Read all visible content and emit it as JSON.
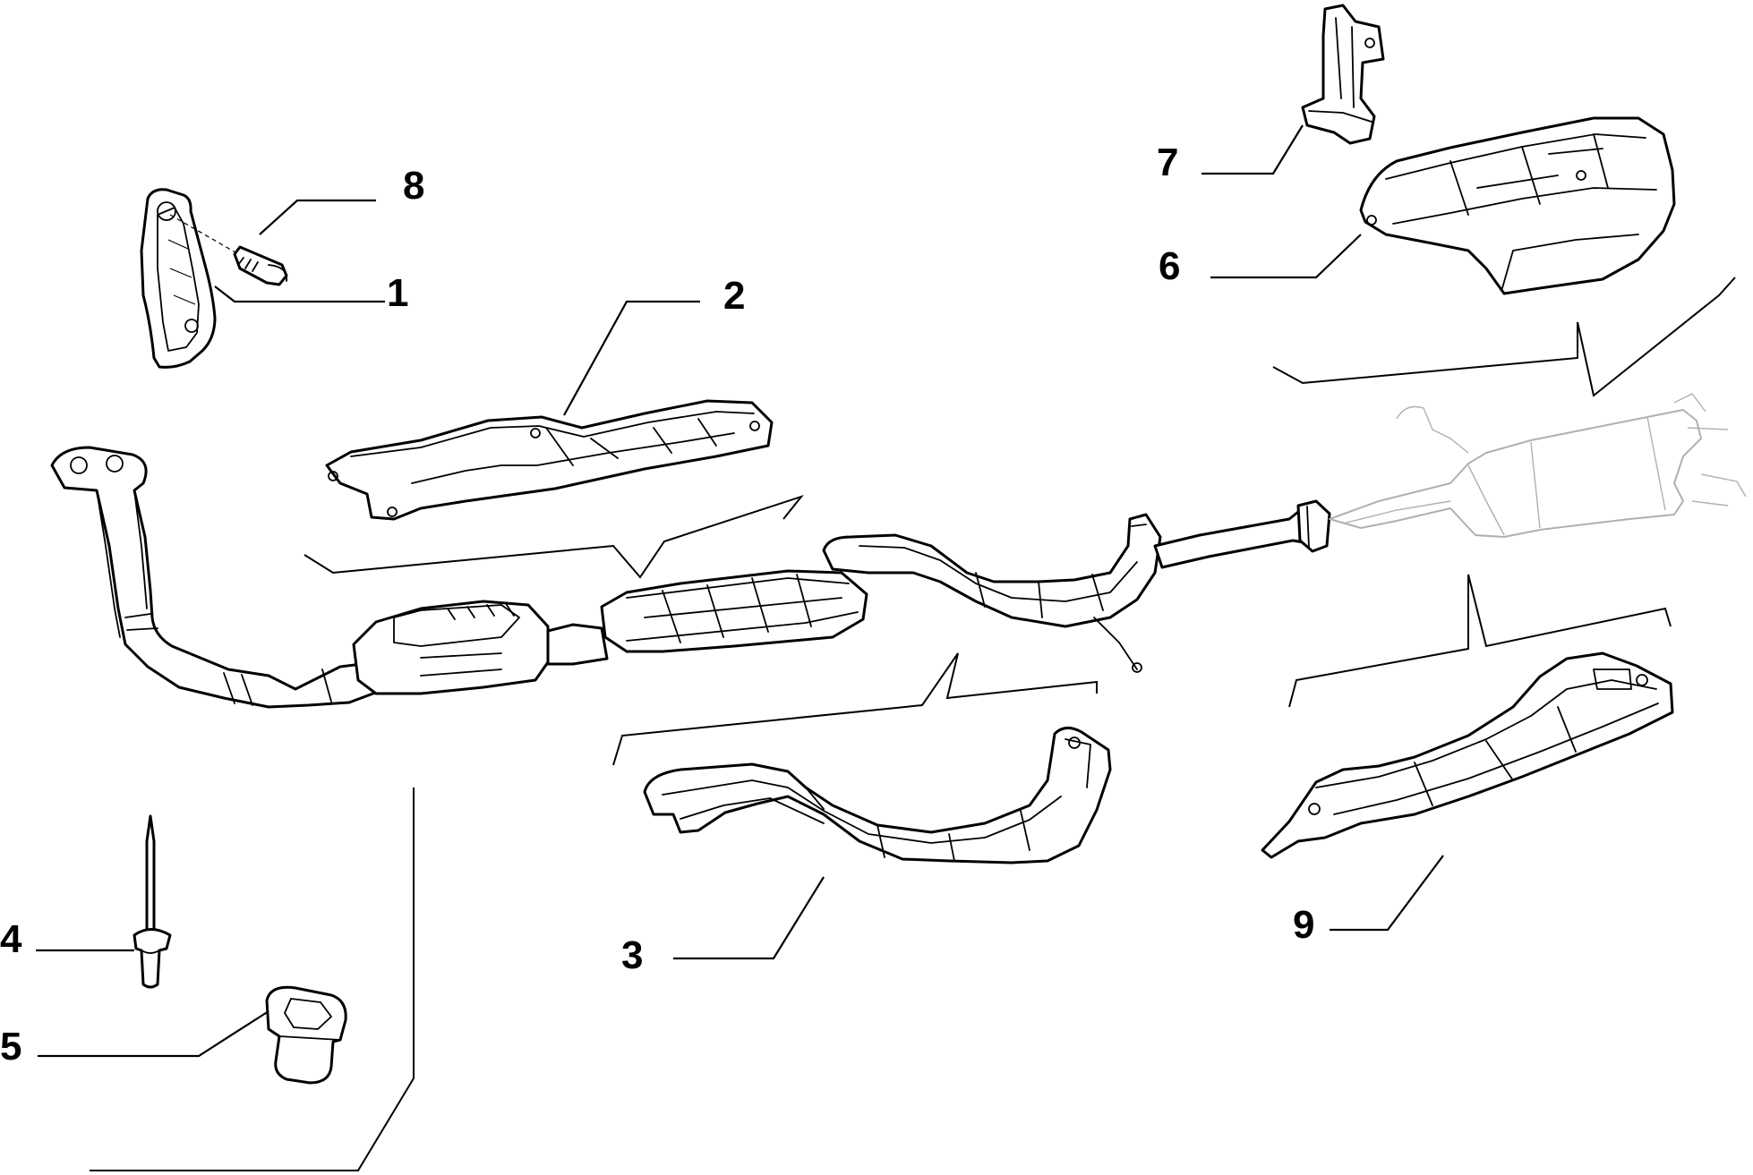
{
  "callouts": [
    {
      "id": "1",
      "label": "1"
    },
    {
      "id": "2",
      "label": "2"
    },
    {
      "id": "3",
      "label": "3"
    },
    {
      "id": "4",
      "label": "4"
    },
    {
      "id": "5",
      "label": "5"
    },
    {
      "id": "6",
      "label": "6"
    },
    {
      "id": "7",
      "label": "7"
    },
    {
      "id": "8",
      "label": "8"
    },
    {
      "id": "9",
      "label": "9"
    }
  ],
  "colors": {
    "ink": "#000000",
    "background": "#ffffff",
    "ghost_part": "#b0b0b0"
  }
}
